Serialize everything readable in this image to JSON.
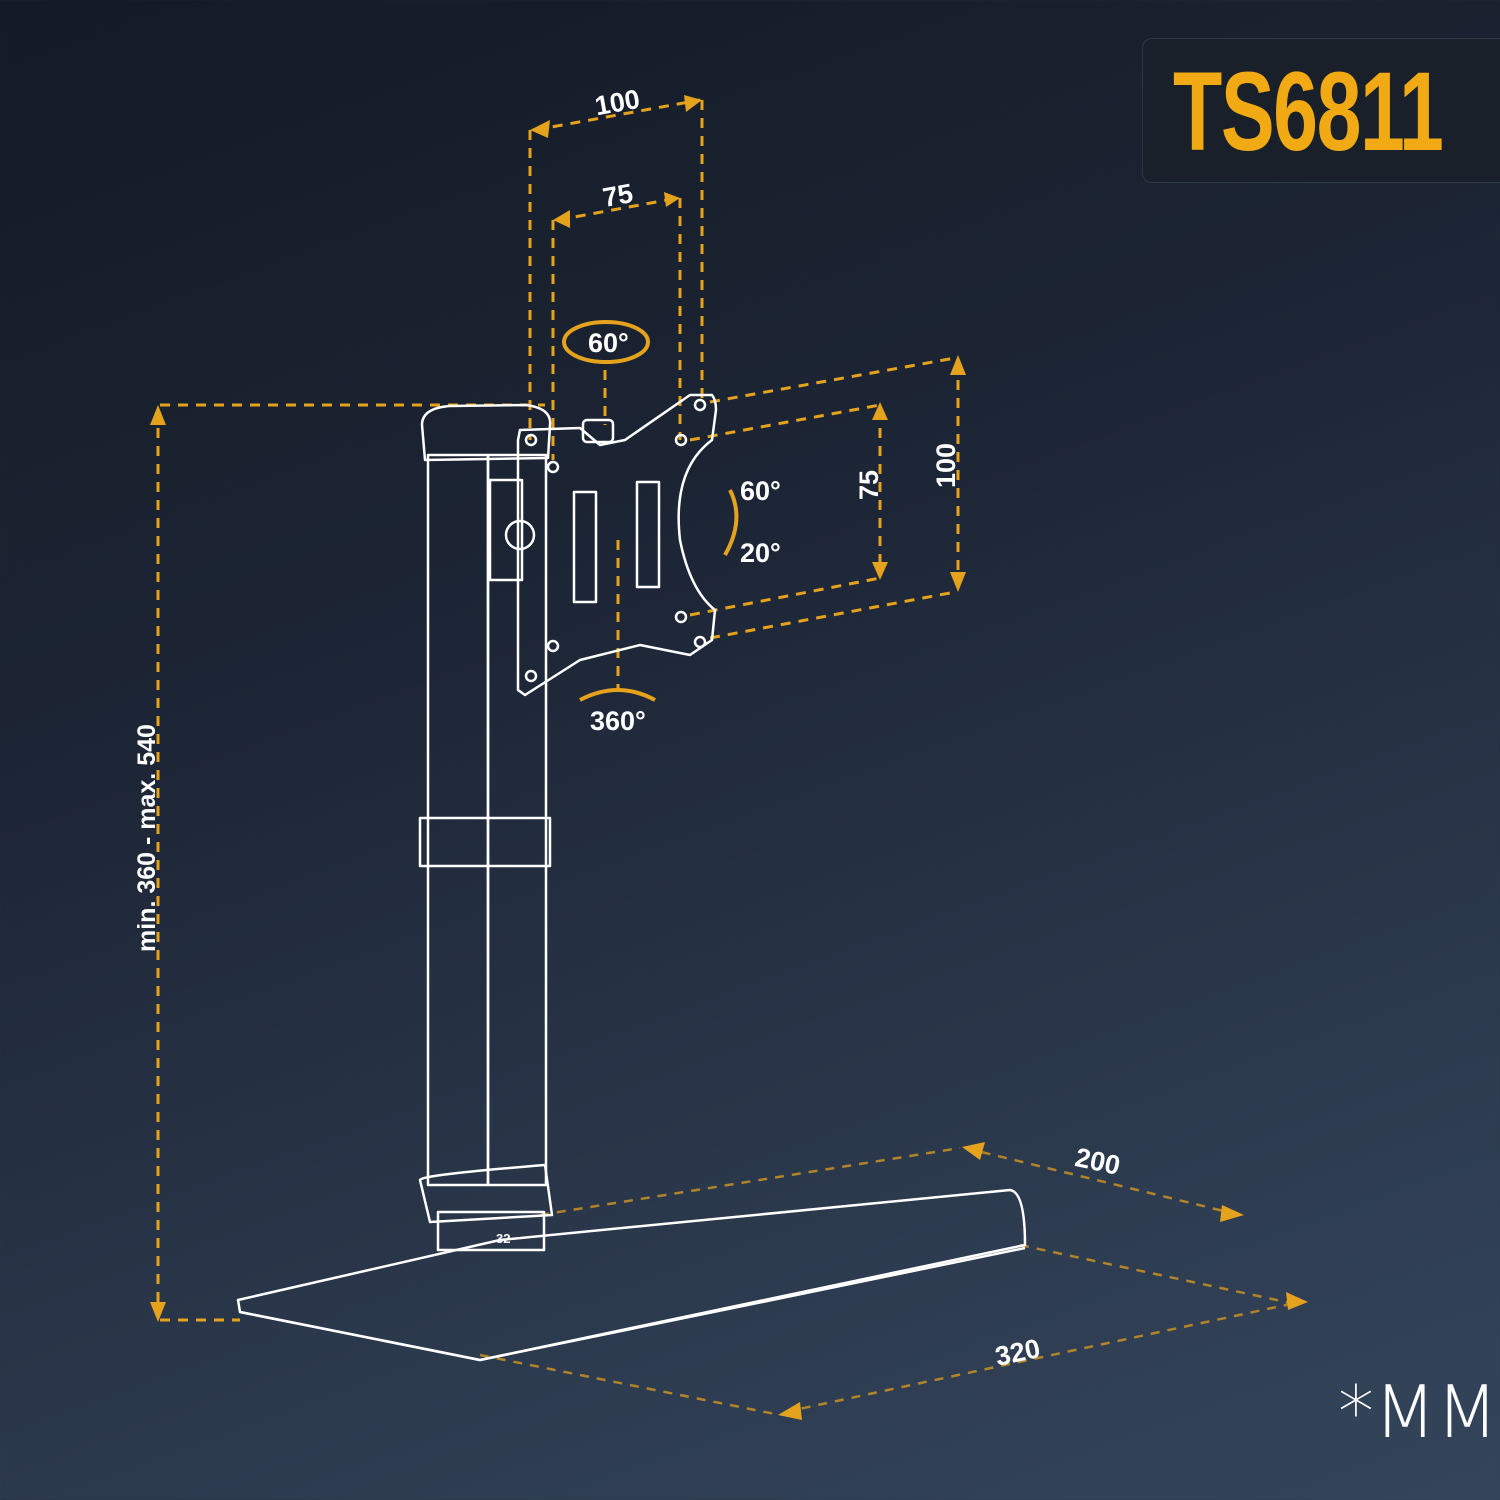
{
  "model": "TS6811",
  "unit": "*MM",
  "colors": {
    "accent": "#f2aa14",
    "line": "#ffffff",
    "background": "#1d2636"
  },
  "dimensions": {
    "vesa_width_outer": "100",
    "vesa_width_inner": "75",
    "vesa_height_inner": "75",
    "vesa_height_outer": "100",
    "height_range": "min. 360 - max. 540",
    "base_depth": "200",
    "base_width": "320",
    "pole_diameter": "32"
  },
  "angles": {
    "swivel": "60°",
    "tilt_up": "60°",
    "tilt_down": "20°",
    "rotation": "360°"
  }
}
